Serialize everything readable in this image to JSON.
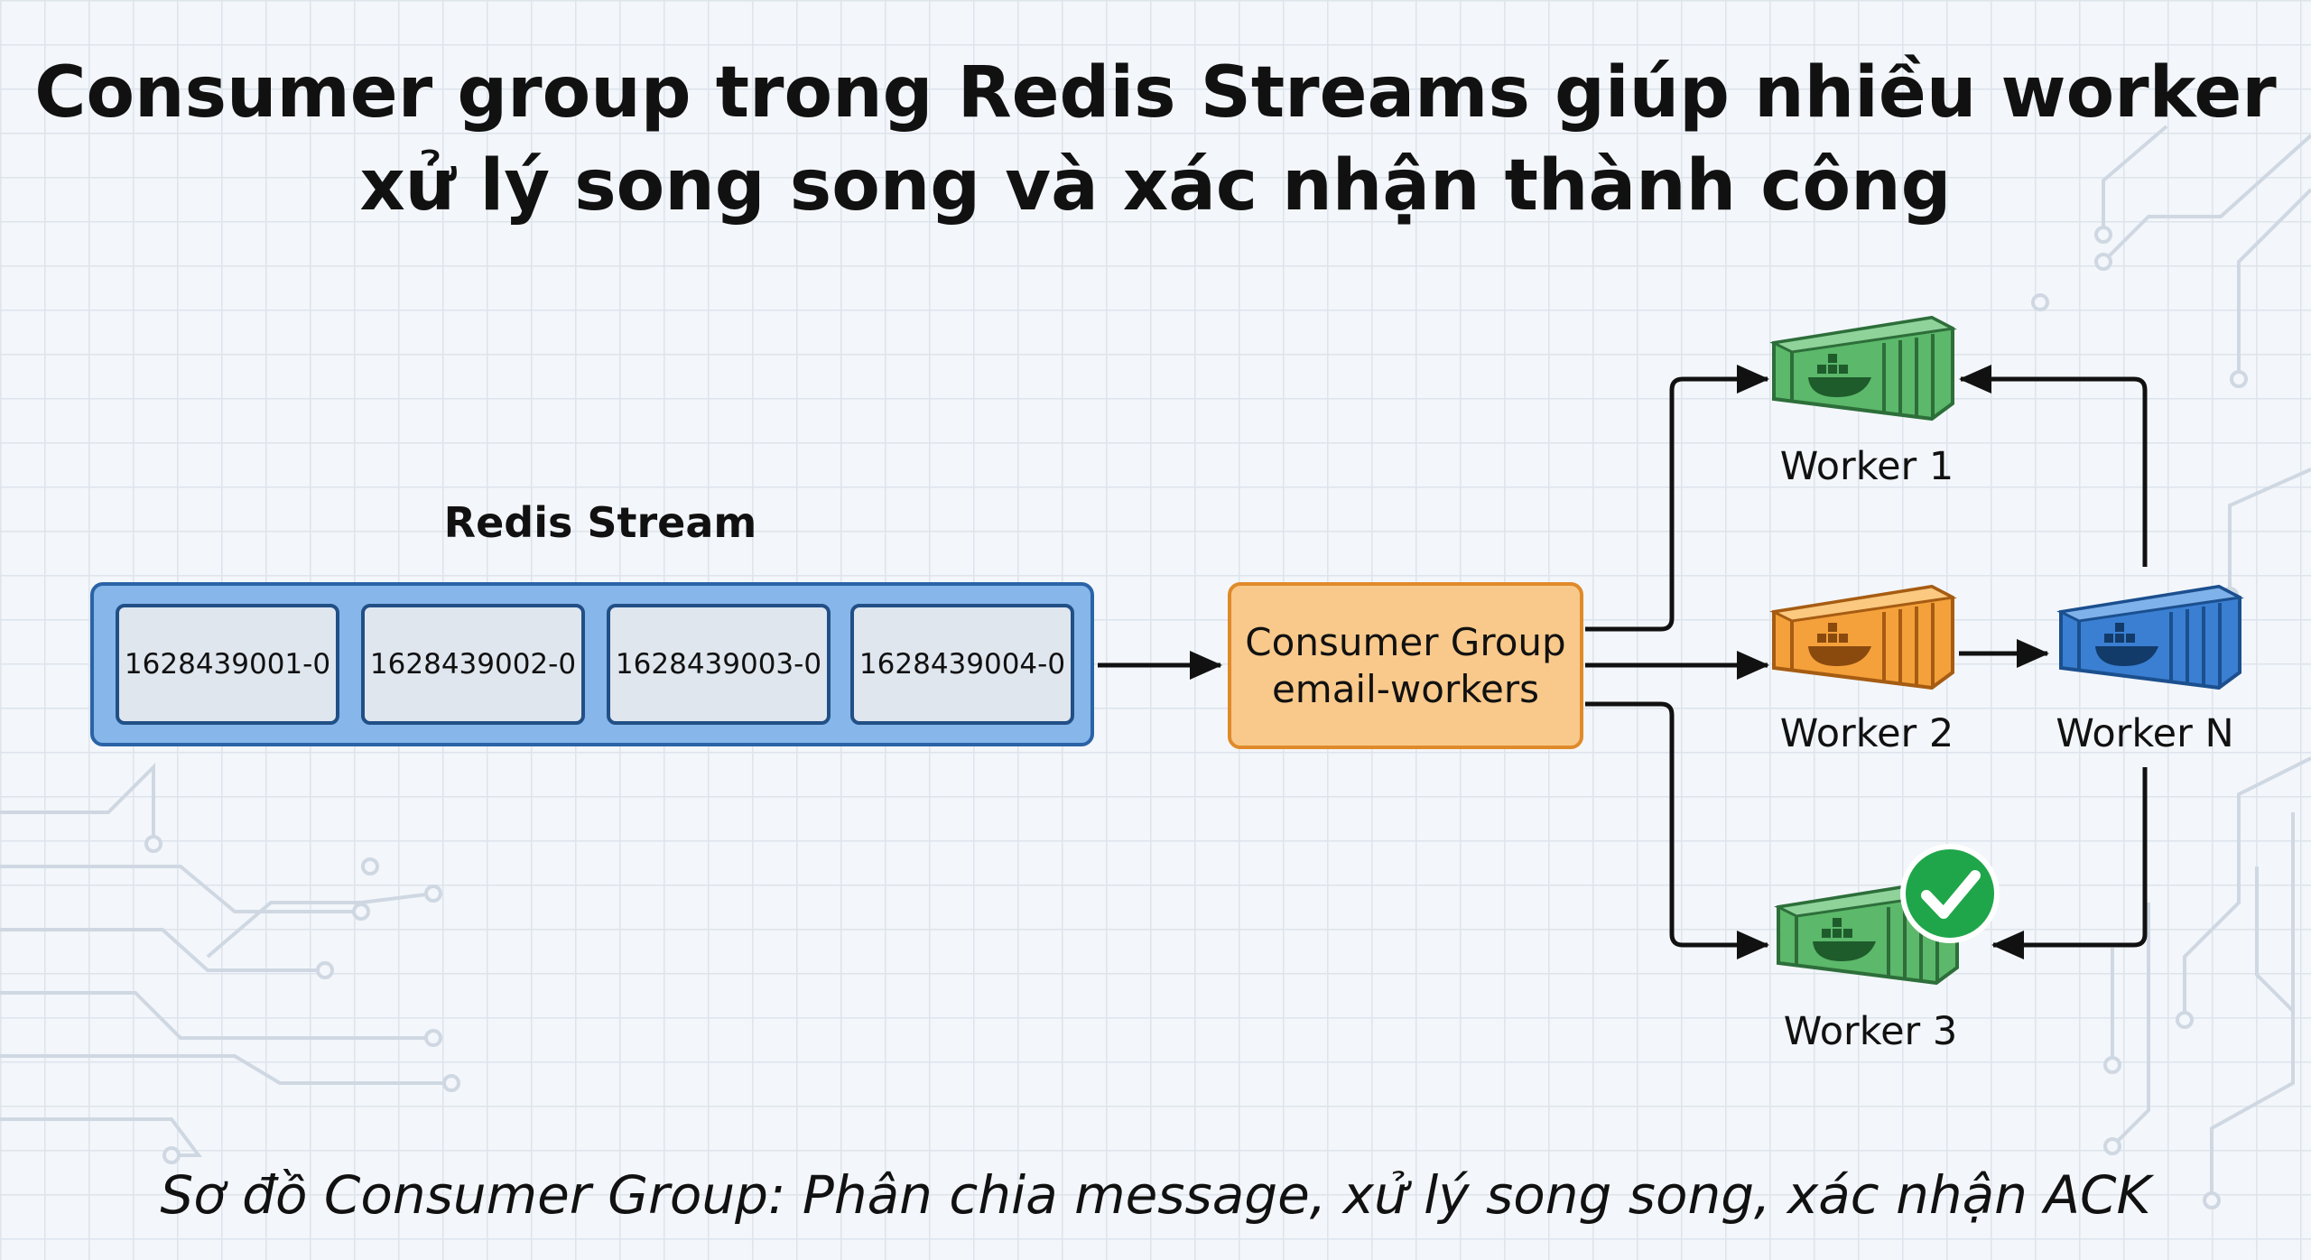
{
  "title": {
    "line1": "Consumer group trong Redis Streams giúp nhiều worker",
    "line2": "xử lý song song và xác nhận thành công"
  },
  "stream": {
    "label": "Redis Stream",
    "messages": [
      "1628439001-0",
      "1628439002-0",
      "1628439003-0",
      "1628439004-0"
    ]
  },
  "consumer_group": {
    "line1": "Consumer Group",
    "line2": "email-workers"
  },
  "workers": [
    {
      "label": "Worker 1",
      "color": "green"
    },
    {
      "label": "Worker 2",
      "color": "orange"
    },
    {
      "label": "Worker N",
      "color": "blue"
    },
    {
      "label": "Worker 3",
      "color": "green",
      "status": "ack-check-icon"
    }
  ],
  "caption": "Sơ đồ Consumer Group: Phân chia message, xử lý song song, xác nhận ACK",
  "colors": {
    "stream_fill": "#86b6ea",
    "stream_border": "#2a63a6",
    "group_fill": "#f9c98b",
    "group_border": "#e08a2a",
    "worker_green": "#5cb86a",
    "worker_orange": "#f5a13b",
    "worker_blue": "#3a7fd2",
    "ack_green": "#1fa64a"
  }
}
